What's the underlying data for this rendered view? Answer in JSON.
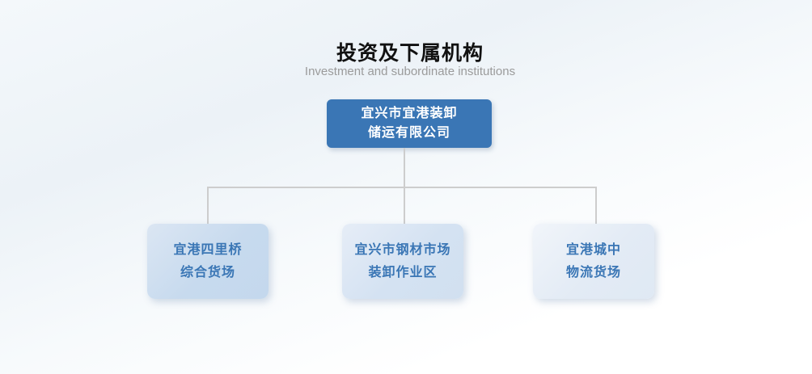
{
  "header": {
    "title": "投资及下属机构",
    "subtitle": "Investment and subordinate institutions"
  },
  "org": {
    "root": {
      "name": "宜兴市宜港装卸储运有限公司",
      "line1": "宜兴市宜港装卸",
      "line2": "储运有限公司"
    },
    "children": [
      {
        "name": "宜港四里桥综合货场",
        "line1": "宜港四里桥",
        "line2": "综合货场"
      },
      {
        "name": "宜兴市钢材市场装卸作业区",
        "line1": "宜兴市钢材市场",
        "line2": "装卸作业区"
      },
      {
        "name": "宜港城中物流货场",
        "line1": "宜港城中",
        "line2": "物流货场"
      }
    ]
  },
  "colors": {
    "root_fill": "#3a76b5",
    "root_text": "#ffffff",
    "child_text": "#3a76b5",
    "child_fills": [
      "#c7daee",
      "#d4e2f2",
      "#e3ebf5"
    ],
    "connector": "#cdcdcd",
    "title_text": "#111111",
    "subtitle_text": "#9b9b9b",
    "background_top": "#ecf2f7",
    "background_bottom": "#ffffff"
  }
}
